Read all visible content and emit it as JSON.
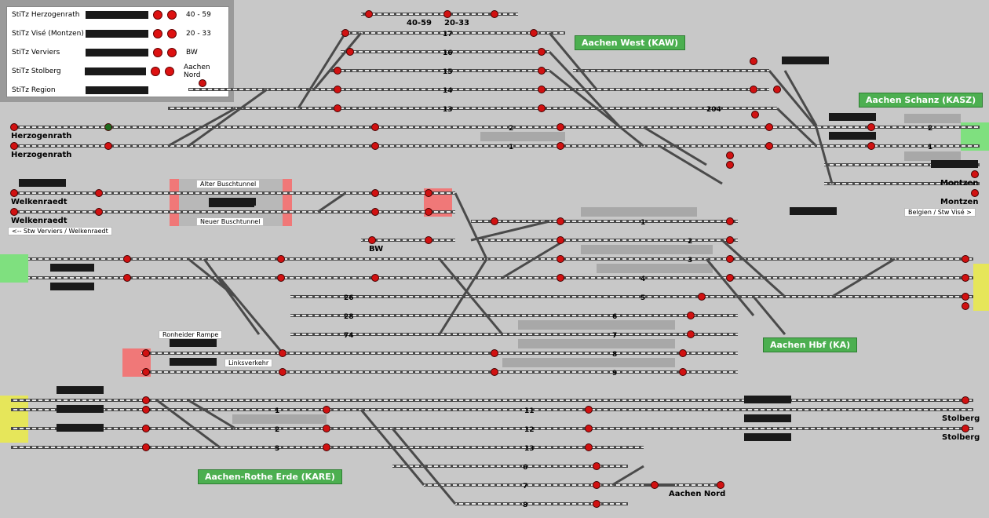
{
  "legend": {
    "rows": [
      {
        "name": "StiTz Herzogenrath",
        "value": "40 - 59"
      },
      {
        "name": "StiTz Visé (Montzen)",
        "value": "20 - 33"
      },
      {
        "name": "StiTz Verviers",
        "value": "BW"
      },
      {
        "name": "StiTz Stolberg",
        "value": "Aachen Nord"
      },
      {
        "name": "StiTz Region",
        "value": ""
      }
    ]
  },
  "stations": {
    "aachen_west": "Aachen West (KAW)",
    "aachen_schanz": "Aachen Schanz (KASZ)",
    "aachen_hbf": "Aachen Hbf (KA)",
    "aachen_rothe_erde": "Aachen-Rothe Erde (KARE)"
  },
  "places": {
    "herzogenrath_1": "Herzogenrath",
    "herzogenrath_2": "Herzogenrath",
    "welkenraedt_1": "Welkenraedt",
    "welkenraedt_2": "Welkenraedt",
    "montzen_1": "Montzen",
    "montzen_2": "Montzen",
    "stolberg_1": "Stolberg",
    "stolberg_2": "Stolberg",
    "aachen_nord": "Aachen Nord",
    "bw": "BW",
    "top_40_59": "40-59",
    "top_20_33": "20-33"
  },
  "labels": {
    "alter_buschtunnel": "Alter Buschtunnel",
    "neuer_buschtunnel": "Neuer Buschtunnel",
    "ronheider_rampe": "Ronheider Rampe",
    "linksverkehr": "Linksverkehr",
    "stw_verviers": "<-- Stw Verviers / Welkenraedt",
    "belgien": "Belgien / Stw Visé >"
  },
  "tracks": {
    "west": [
      "17",
      "16",
      "15",
      "14",
      "13"
    ],
    "herz": [
      "2",
      "1"
    ],
    "schanz": [
      "2",
      "1"
    ],
    "west_204": "204",
    "hbf_upper": [
      "1",
      "2",
      "3",
      "4",
      "5"
    ],
    "hbf_mid": [
      "26",
      "28",
      "74"
    ],
    "hbf_lower": [
      "6",
      "7",
      "8",
      "9"
    ],
    "rothe": [
      "1",
      "2",
      "3"
    ],
    "rothe_east": [
      "11",
      "12",
      "13"
    ],
    "nord": [
      "6",
      "7",
      "8"
    ]
  },
  "colors": {
    "background": "#c8c8c8",
    "track": "#4a4a4a",
    "track_dash": "#e8e8e8",
    "signal_red": "#d11111",
    "signal_green": "#1f6b1f",
    "station_green": "#4caf50",
    "occupied_grey": "#a8a8a8",
    "tunnel_pink": "#f07878",
    "exit_green": "#7fe07f",
    "exit_yellow": "#e6e65a"
  }
}
